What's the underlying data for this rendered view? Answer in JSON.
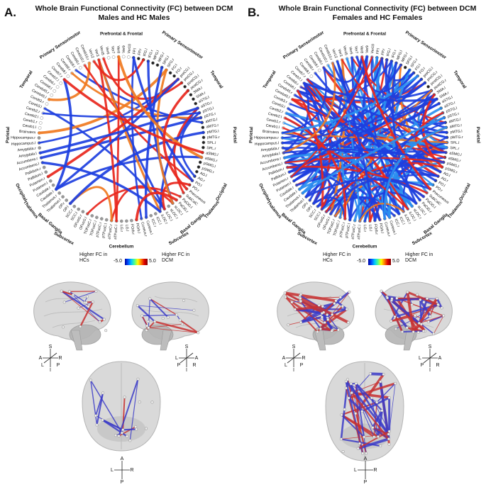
{
  "panels": [
    {
      "letter": "A.",
      "title": "Whole Brain Functional Connectivity (FC) between DCM Males and HC Males",
      "scheme": "male",
      "legend": {
        "left": "Higher FC in HCs",
        "right": "Higher FC in DCM",
        "min": "-5.0",
        "max": "5.0"
      }
    },
    {
      "letter": "B.",
      "title": "Whole Brain Functional Connectivity (FC) between DCM Females and HC Females",
      "scheme": "female",
      "legend": {
        "left": "Higher FC in HCs",
        "right": "Higher FC in DCM",
        "min": "-5.0",
        "max": "5.0"
      }
    }
  ],
  "groups": {
    "prefrontal": "Prefrontal & Frontal",
    "sensorimotor": "Primary Sensorimotor",
    "temporal": "Temporal",
    "parietal": "Parietal",
    "occipital": "Occipital",
    "basal_ganglia": "Basal Ganglia",
    "thalamus": "Thalamus",
    "subcortex": "Subcortex",
    "cerebellum": "Cerebellum"
  },
  "region_labels": [
    "FP.l",
    "FP.r",
    "IFG.l",
    "IFG.r",
    "MFG.l",
    "MFG.r",
    "SFG.l",
    "SFG.r",
    "FO.l",
    "FO.r",
    "preCG.l",
    "preCG.r",
    "postCG.l",
    "postCG.r",
    "SMA.l",
    "SMA.r",
    "aSTG.l",
    "aSTG.r",
    "pSTG.l",
    "pSTG.r",
    "aMTG.l",
    "aMTG.r",
    "pMTG.l",
    "pMTG.r",
    "SPL.l",
    "SPL.r",
    "aSMG.l",
    "aSMG.r",
    "pSMG.l",
    "pSMG.r",
    "AG.l",
    "AG.r",
    "PO.l",
    "PO.r",
    "Precuneous",
    "SubCalC",
    "PaCiG.l",
    "PaCiG.r",
    "sLOC.l",
    "sLOC.r",
    "iLOC.l",
    "iLOC.r",
    "ICC.l",
    "ICC.r",
    "Cuneus.l",
    "Cuneus.r",
    "FOrb.l",
    "FOrb.r",
    "LG.l",
    "LG.r",
    "aTFusC.l",
    "aTFusC.r",
    "pTFusC.l",
    "pTFusC.r",
    "TOFusC.l",
    "TOFusC.r",
    "OFusG.l",
    "OFusG.r",
    "SCC.l",
    "SCC.r",
    "OP.l",
    "OP.r",
    "Thalamus.l",
    "Thalamus.r",
    "Caudate.l",
    "Caudate.r",
    "Putamen.l",
    "Putamen.r",
    "Pallidum.l",
    "Pallidum.r",
    "Accumbens.l",
    "Accumbens.r",
    "Amygdala.l",
    "Amygdala.r",
    "Hippocampus.l",
    "Hippocampus.r",
    "Brainstem",
    "Cereb1.l",
    "Cereb1.r",
    "Cereb2.l",
    "Cereb2.r",
    "Cereb3.l",
    "Cereb3.r",
    "Cereb45.l",
    "Cereb45.r",
    "Cereb6.l",
    "Cereb6.r",
    "Cereb7.l",
    "Cereb7.r",
    "Cereb8.l",
    "Cereb8.r",
    "Cereb9.l",
    "Cereb9.r",
    "Cereb10.l",
    "Cereb10.r",
    "Ver12",
    "Ver3",
    "Ver45",
    "Ver6",
    "Ver7",
    "Ver8",
    "Ver9",
    "Ver10"
  ],
  "orientation": {
    "lateral_left": {
      "top": "S",
      "bottom": "I",
      "left": "A",
      "right": "R",
      "bl": "L",
      "br": "P"
    },
    "lateral_right": {
      "top": "S",
      "bottom": "I",
      "left": "L",
      "right": "A",
      "bl": "P",
      "br": "R"
    },
    "axial": {
      "top": "A",
      "bottom": "P",
      "left": "L",
      "right": "R"
    }
  },
  "colors": {
    "positive": "#e8261c",
    "negative": "#1d3fe0",
    "orange": "#f07a20",
    "lightblue": "#2a8ff0"
  }
}
